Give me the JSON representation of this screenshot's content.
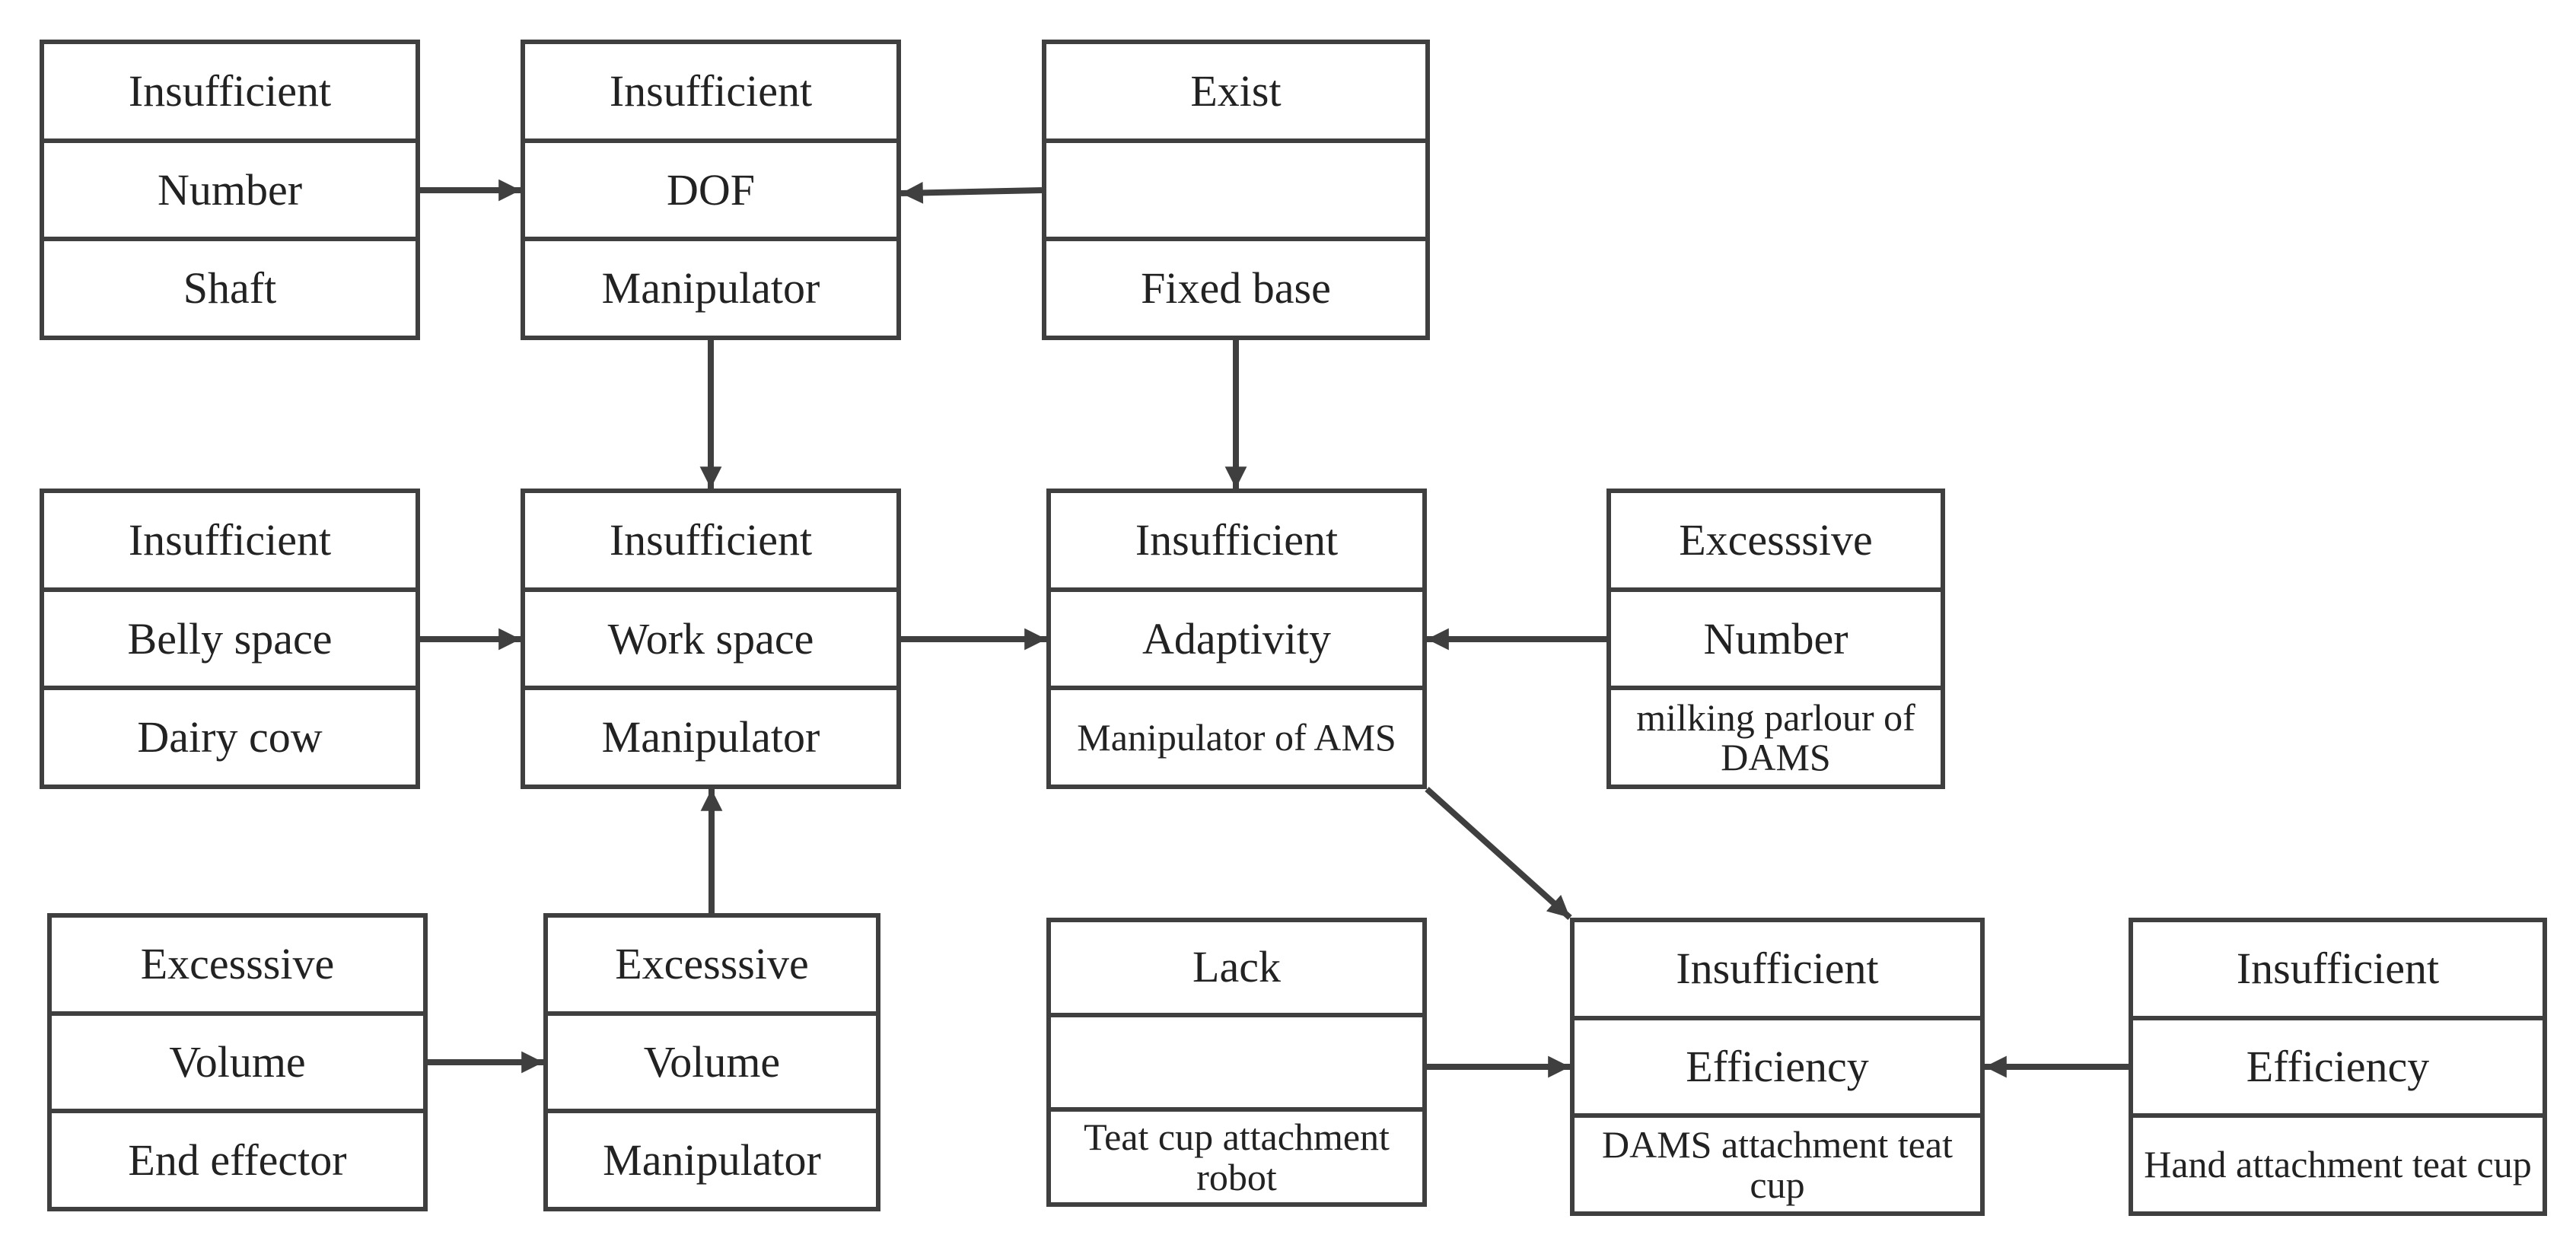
{
  "nodes": [
    {
      "id": "shaft",
      "rows": [
        "Insufficient",
        "Number",
        "Shaft"
      ]
    },
    {
      "id": "manip-dof",
      "rows": [
        "Insufficient",
        "DOF",
        "Manipulator"
      ]
    },
    {
      "id": "fixed-base",
      "rows": [
        "Exist",
        "",
        "Fixed base"
      ]
    },
    {
      "id": "dairy-cow",
      "rows": [
        "Insufficient",
        "Belly space",
        "Dairy cow"
      ]
    },
    {
      "id": "manip-work",
      "rows": [
        "Insufficient",
        "Work space",
        "Manipulator"
      ]
    },
    {
      "id": "ams",
      "rows": [
        "Insufficient",
        "Adaptivity",
        "Manipulator of AMS"
      ]
    },
    {
      "id": "parlour",
      "rows": [
        "Excesssive",
        "Number",
        "milking parlour of DAMS"
      ]
    },
    {
      "id": "end-effector",
      "rows": [
        "Excesssive",
        "Volume",
        "End effector"
      ]
    },
    {
      "id": "manip-volume",
      "rows": [
        "Excesssive",
        "Volume",
        "Manipulator"
      ]
    },
    {
      "id": "robot",
      "rows": [
        "Lack",
        "",
        "Teat cup attachment robot"
      ]
    },
    {
      "id": "dams-cup",
      "rows": [
        "Insufficient",
        "Efficiency",
        "DAMS attachment teat cup"
      ]
    },
    {
      "id": "hand-cup",
      "rows": [
        "Insufficient",
        "Efficiency",
        "Hand attachment teat cup"
      ]
    }
  ],
  "edges": [
    {
      "from": "shaft",
      "to": "manip-dof"
    },
    {
      "from": "fixed-base",
      "to": "manip-dof"
    },
    {
      "from": "manip-dof",
      "to": "manip-work"
    },
    {
      "from": "fixed-base",
      "to": "ams"
    },
    {
      "from": "dairy-cow",
      "to": "manip-work"
    },
    {
      "from": "manip-work",
      "to": "ams"
    },
    {
      "from": "parlour",
      "to": "ams"
    },
    {
      "from": "end-effector",
      "to": "manip-volume"
    },
    {
      "from": "manip-volume",
      "to": "manip-work"
    },
    {
      "from": "ams",
      "to": "dams-cup"
    },
    {
      "from": "robot",
      "to": "dams-cup"
    },
    {
      "from": "hand-cup",
      "to": "dams-cup"
    }
  ]
}
